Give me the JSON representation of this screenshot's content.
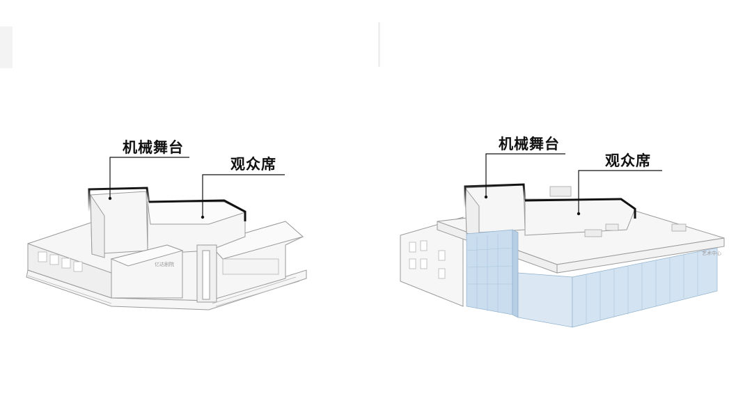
{
  "diagrams": [
    {
      "labels": {
        "stage": "机械舞台",
        "audience": "观众席"
      },
      "facade_sign": "亿达剧院"
    },
    {
      "labels": {
        "stage": "机械舞台",
        "audience": "观众席"
      },
      "facade_sign": "艺术中心"
    }
  ],
  "colors": {
    "outline": "#111111",
    "building_line": "#9a9a9a",
    "building_fill": "#f6f6f6",
    "glass": "#c9ddef"
  }
}
